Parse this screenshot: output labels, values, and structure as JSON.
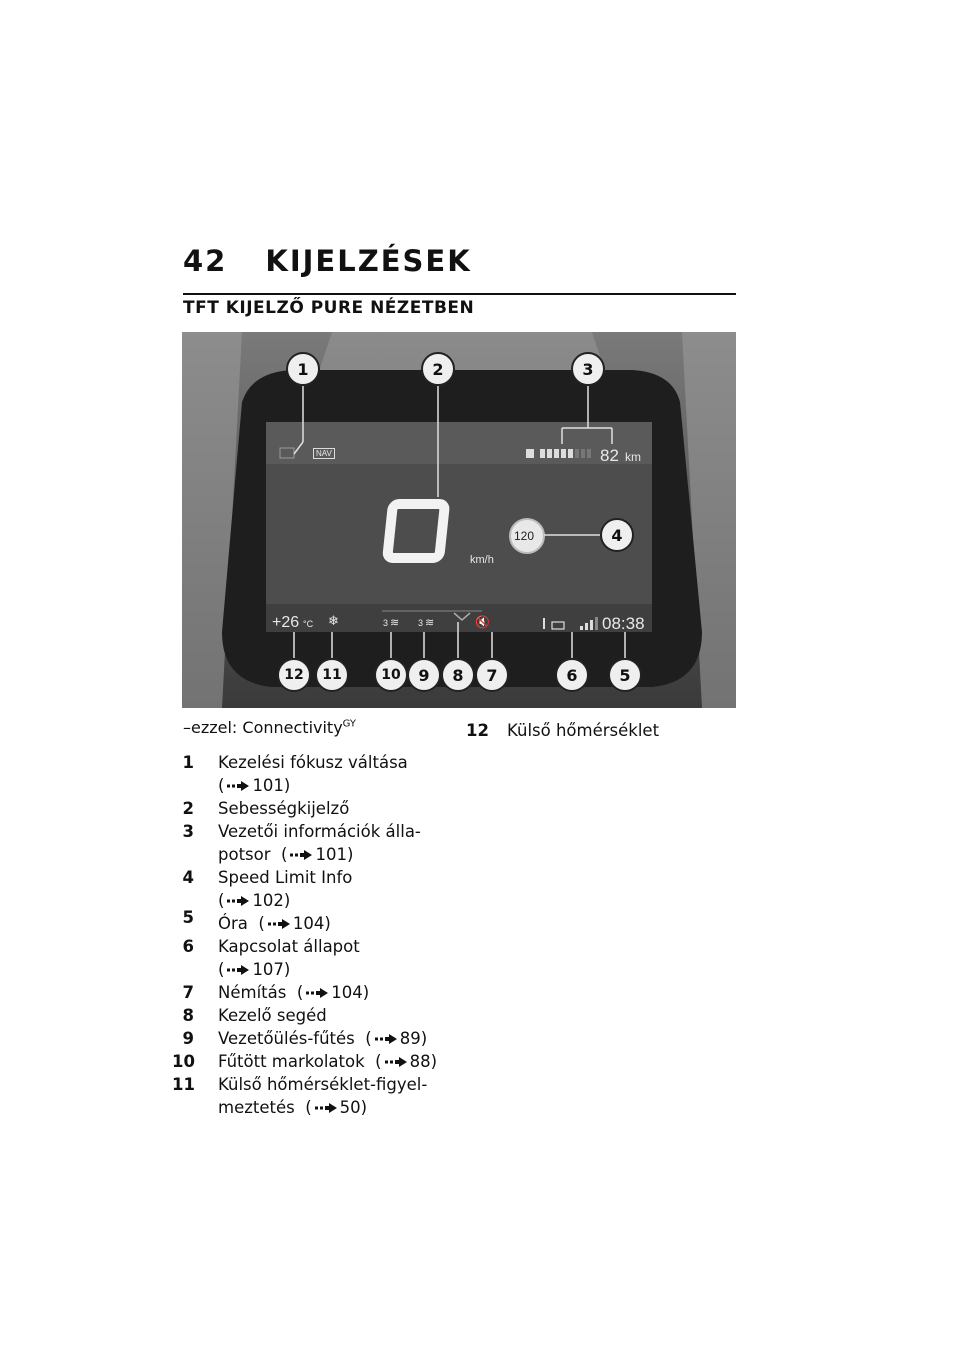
{
  "page": {
    "number": "42",
    "chapter": "KIJELZÉSEK",
    "section": "TFT KIJELZŐ PURE NÉZETBEN"
  },
  "screen": {
    "nav_badge": "NAV",
    "range": "82",
    "range_unit": "km",
    "speed_digit": "0",
    "speed_unit": "km/h",
    "speed_limit": "120",
    "temperature": "+26",
    "temperature_unit": "°C",
    "seat_heat_level": "3",
    "grip_heat_level": "3",
    "clock": "08:38"
  },
  "callouts": [
    "1",
    "2",
    "3",
    "4",
    "5",
    "6",
    "7",
    "8",
    "9",
    "10",
    "11",
    "12"
  ],
  "condition": {
    "text": "–ezzel: Connectivity",
    "superscript": "GY"
  },
  "legend": [
    {
      "n": "1",
      "text": "Kezelési fókusz váltása",
      "ref": "101)"
    },
    {
      "n": "2",
      "text": "Sebességkijelző"
    },
    {
      "n": "3",
      "text": "Vezetői információk álla-",
      "text2": "potsor",
      "ref": "101)"
    },
    {
      "n": "4",
      "text": "Speed Limit Info",
      "ref": "102)"
    },
    {
      "n": "5",
      "text": "Óra",
      "ref": "104)"
    },
    {
      "n": "6",
      "text": "Kapcsolat állapot",
      "ref": "107)"
    },
    {
      "n": "7",
      "text": "Némítás",
      "ref": "104)"
    },
    {
      "n": "8",
      "text": "Kezelő segéd"
    },
    {
      "n": "9",
      "text": "Vezetőülés-fűtés",
      "ref": "89)"
    },
    {
      "n": "10",
      "text": "Fűtött markolatok",
      "ref": "88)"
    },
    {
      "n": "11",
      "text": "Külső hőmérséklet-figyel-",
      "text2": "meztetés",
      "ref": "50)"
    },
    {
      "n": "12",
      "text": "Külső hőmérséklet"
    }
  ]
}
